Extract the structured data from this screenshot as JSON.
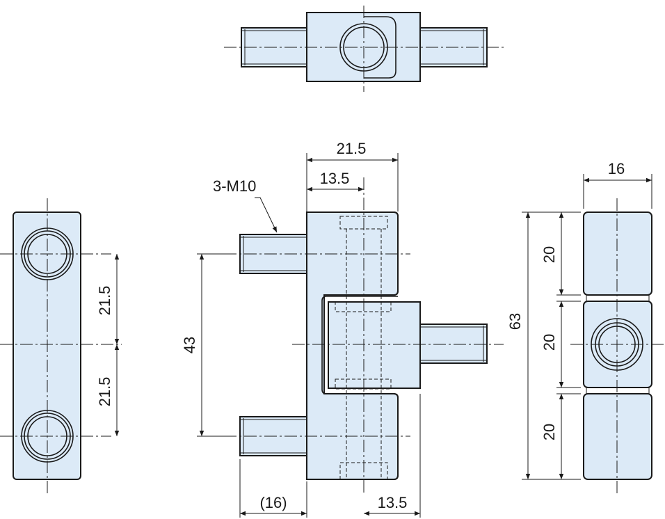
{
  "drawing": {
    "thread_callout": "3-M10",
    "dimensions": {
      "front_width": "21.5",
      "front_offset": "13.5",
      "front_pitch": "43",
      "stud_length": "(16)",
      "bottom_offset": "13.5",
      "left_pitch_upper": "21.5",
      "left_pitch_lower": "21.5",
      "side_width": "16",
      "side_total": "63",
      "side_seg_1": "20",
      "side_seg_2": "20",
      "side_seg_3": "20"
    }
  }
}
